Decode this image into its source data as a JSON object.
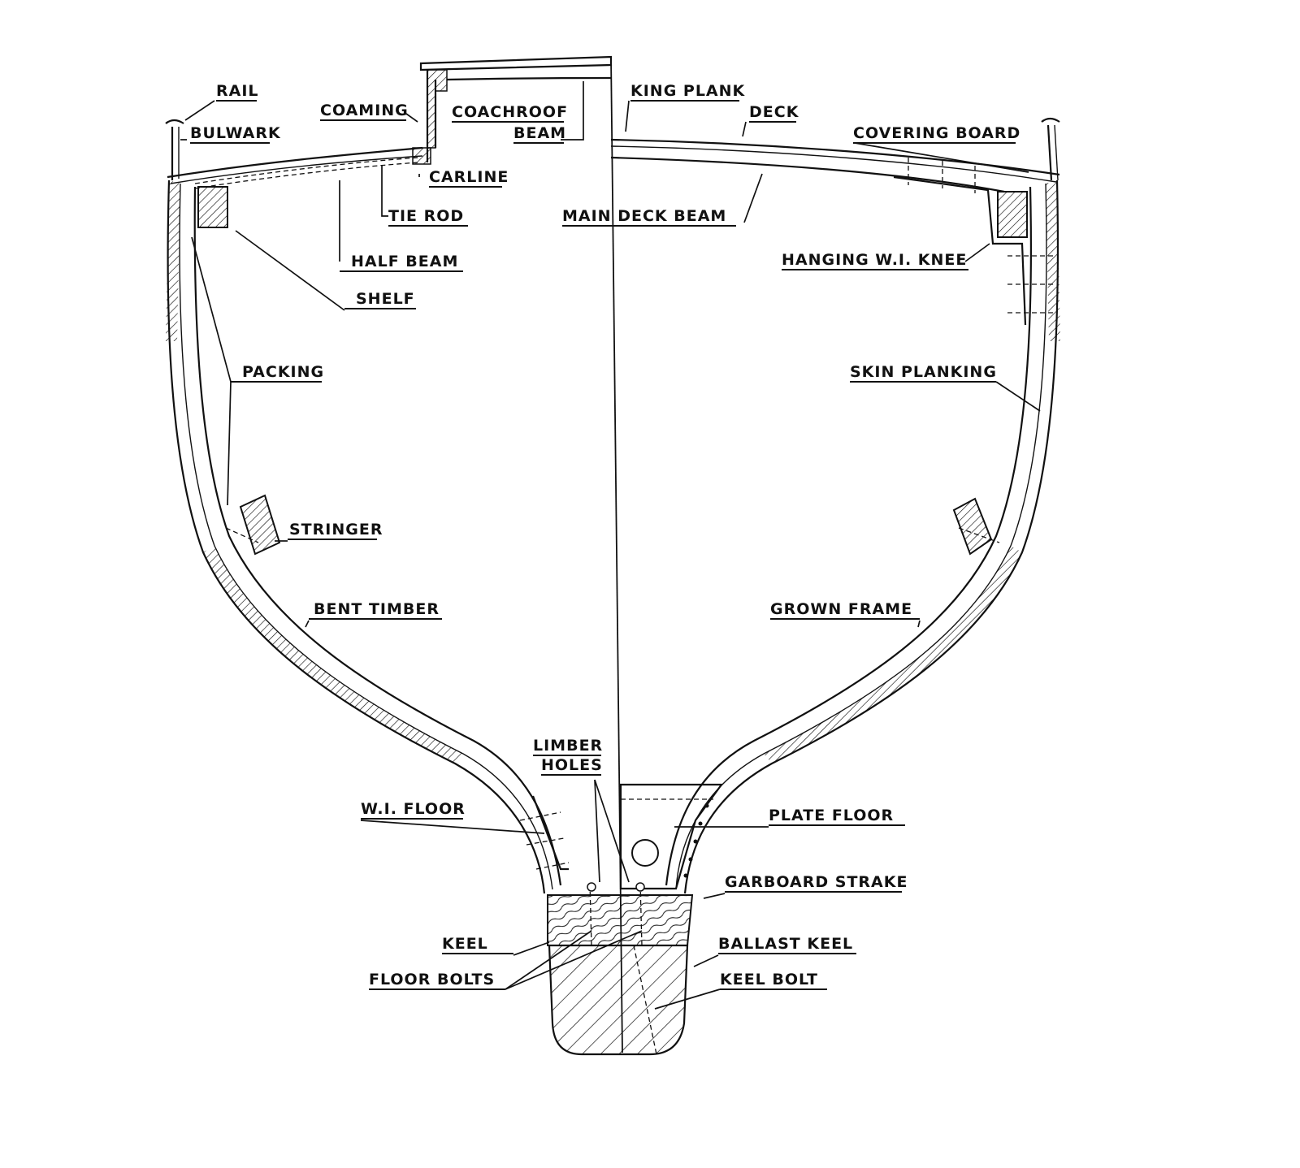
{
  "labels": {
    "rail": "RAIL",
    "bulwark": "BULWARK",
    "coaming": "COAMING",
    "coachroof_beam_1": "COACHROOF",
    "coachroof_beam_2": "BEAM",
    "king_plank": "KING PLANK",
    "deck": "DECK",
    "covering_board": "COVERING BOARD",
    "carline": "CARLINE",
    "tie_rod": "TIE ROD",
    "main_deck_beam": "MAIN DECK BEAM",
    "half_beam": "HALF BEAM",
    "hanging_knee": "HANGING W.I. KNEE",
    "shelf": "SHELF",
    "packing": "PACKING",
    "skin_planking": "SKIN PLANKING",
    "stringer": "STRINGER",
    "bent_timber": "BENT TIMBER",
    "grown_frame": "GROWN FRAME",
    "limber_holes_1": "LIMBER",
    "limber_holes_2": "HOLES",
    "wi_floor": "W.I. FLOOR",
    "plate_floor": "PLATE FLOOR",
    "garboard_strake": "GARBOARD STRAKE",
    "keel": "KEEL",
    "ballast_keel": "BALLAST KEEL",
    "floor_bolts": "FLOOR BOLTS",
    "keel_bolt": "KEEL BOLT"
  }
}
